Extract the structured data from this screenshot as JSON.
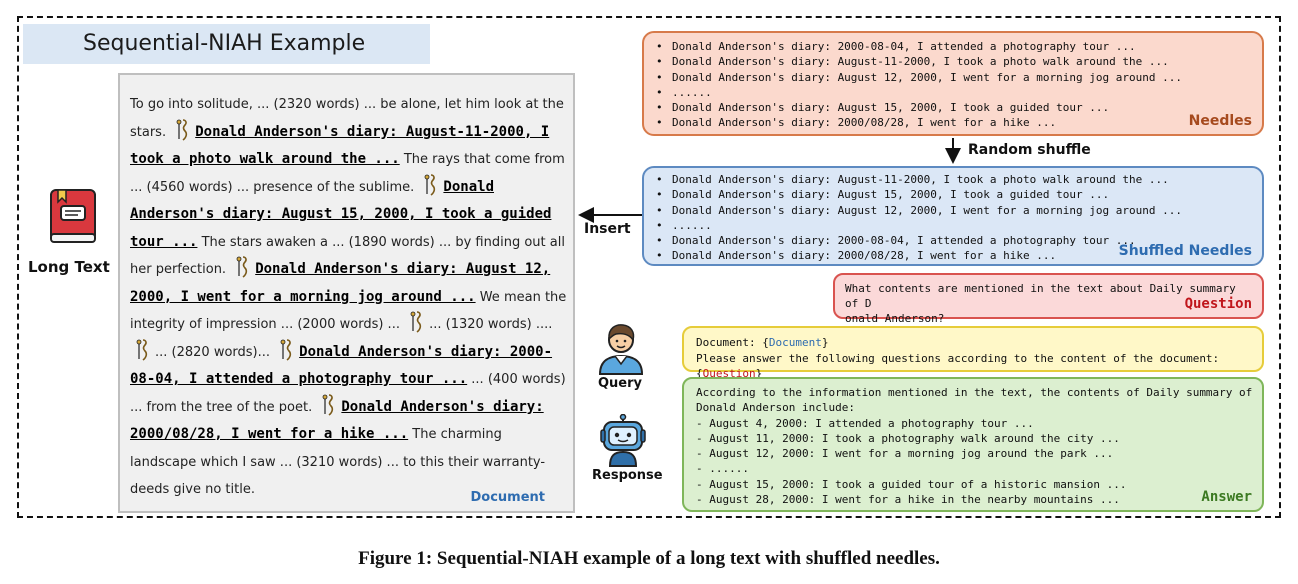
{
  "title": "Sequential-NIAH Example",
  "long_text_label": "Long Text",
  "document": {
    "label": "Document",
    "segments": [
      {
        "type": "text",
        "text": "To go into solitude, ... (2320 words) ... be alone, let him look at the stars."
      },
      {
        "type": "needle",
        "text": "Donald Anderson's diary: August-11-2000, I took a photo walk around the ..."
      },
      {
        "type": "text",
        "text": "The rays that come from ... (4560 words) ... presence of the sublime."
      },
      {
        "type": "needle",
        "text": "Donald Anderson's diary: August 15, 2000, I took a guided tour ..."
      },
      {
        "type": "text",
        "text": "The stars awaken a ... (1890 words) ... by finding out all her perfection."
      },
      {
        "type": "needle",
        "text": "Donald Anderson's diary: August 12, 2000, I went for a morning jog around ..."
      },
      {
        "type": "text",
        "text": "We mean the integrity of impression ... (2000 words) ..."
      },
      {
        "type": "pin"
      },
      {
        "type": "text",
        "text": "... (1320 words) ...."
      },
      {
        "type": "pin"
      },
      {
        "type": "text",
        "text": "... (2820 words)..."
      },
      {
        "type": "needle",
        "text": "Donald Anderson's diary: 2000-08-04, I attended a photography tour ..."
      },
      {
        "type": "text",
        "text": "... (400 words) ... from the tree of the poet."
      },
      {
        "type": "needle",
        "text": "Donald Anderson's diary: 2000/08/28, I went for a hike ..."
      },
      {
        "type": "text",
        "text": "The charming landscape which I saw ... (3210 words) ... to this their warranty-deeds give no title."
      }
    ]
  },
  "needles": {
    "label": "Needles",
    "items": [
      "Donald Anderson's diary: 2000-08-04, I attended a photography tour ...",
      "Donald Anderson's diary: August-11-2000, I took a photo walk around the ...",
      "Donald Anderson's diary: August 12, 2000, I went for a morning jog around ...",
      "......",
      "Donald Anderson's diary: August 15, 2000, I took a guided tour ...",
      "Donald Anderson's diary: 2000/08/28, I went for a hike ..."
    ]
  },
  "random_shuffle_label": "Random shuffle",
  "shuffled_needles": {
    "label": "Shuffled Needles",
    "items": [
      "Donald Anderson's diary: August-11-2000, I took a photo walk around the ...",
      "Donald Anderson's diary: August 15, 2000, I took a guided tour ...",
      "Donald Anderson's diary: August 12, 2000, I went for a morning jog around ...",
      "......",
      "Donald Anderson's diary: 2000-08-04, I attended a photography tour ...",
      "Donald Anderson's diary: 2000/08/28, I went for a hike ..."
    ]
  },
  "insert_label": "Insert",
  "question": {
    "label": "Question",
    "lines": [
      "What contents are mentioned in the text about Daily summary of D",
      "onald Anderson?"
    ]
  },
  "query": {
    "label": "Query",
    "line1_prefix": "Document: {",
    "line1_var": "Document",
    "line1_suffix": "}",
    "line2_prefix": "Please answer the following questions according to the content of the document: {",
    "line2_var": "Question",
    "line2_suffix": "}"
  },
  "answer": {
    "label": "Answer",
    "lines": [
      "According to the information mentioned in the text, the contents of Daily summary of",
      "Donald Anderson include:",
      "- August 4, 2000: I attended a photography tour ...",
      "- August 11, 2000: I took a photography walk around the city ...",
      "- August 12, 2000: I went for a morning jog around the park ...",
      "- ......",
      "- August 15, 2000: I took a guided tour of a historic mansion ...",
      "- August 28, 2000: I went for a hike in the nearby mountains ..."
    ]
  },
  "response_label": "Response",
  "caption": "Figure 1: Sequential-NIAH example of a long text with shuffled needles.",
  "colors": {
    "needles_fill": "#fbd9cd",
    "needles_border": "#d77a4a",
    "needles_label": "#a64a1e",
    "shuffled_fill": "#dbe7f6",
    "shuffled_border": "#5d8ac1",
    "shuffled_label": "#2e6cb0",
    "question_fill": "#fbd9d9",
    "question_label": "#c0161c",
    "query_fill": "#fff8c8",
    "answer_fill": "#dcefd0",
    "answer_label": "#3c7a22",
    "doc_label": "#2e6cb0",
    "var_blue": "#2e6cb0",
    "var_red": "#c0161c"
  }
}
